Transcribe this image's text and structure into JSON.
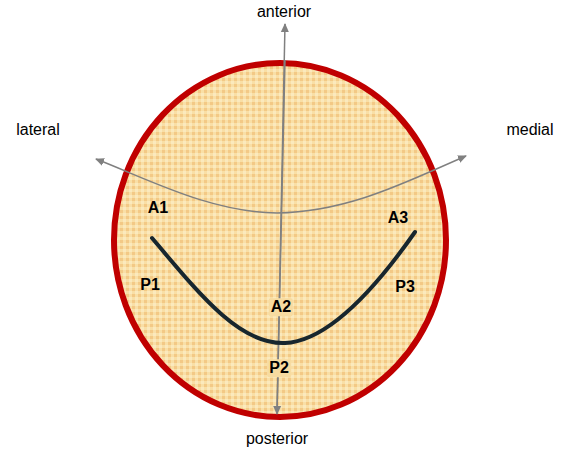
{
  "diagram": {
    "labels": [
      "anterior",
      "lateral",
      "medial",
      "A1",
      "A3",
      "P1",
      "A2",
      "P3",
      "P2",
      "posterior"
    ]
  }
}
